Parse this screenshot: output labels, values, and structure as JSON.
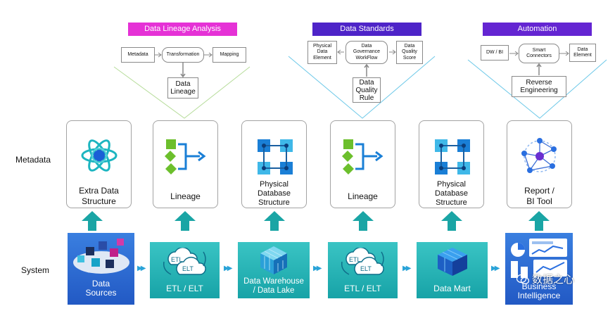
{
  "row_labels": {
    "metadata": "Metadata",
    "system": "System"
  },
  "banners": {
    "lineage": "Data Lineage Analysis",
    "standards": "Data Standards",
    "automation": "Automation"
  },
  "lineage_flow": {
    "metadata": "Metadata",
    "transformation": "Transformation",
    "mapping": "Mapping",
    "data_lineage_1": "Data",
    "data_lineage_2": "Lineage"
  },
  "standards_flow": {
    "physical_1": "Physical",
    "physical_2": "Data",
    "physical_3": "Element",
    "governance_1": "Data",
    "governance_2": "Governance",
    "governance_3": "WorkFlow",
    "score_1": "Data",
    "score_2": "Quality",
    "score_3": "Score",
    "rule_1": "Data",
    "rule_2": "Quality",
    "rule_3": "Rule"
  },
  "automation_flow": {
    "dwbi": "DW / BI",
    "smart_1": "Smart",
    "smart_2": "Connectors",
    "element_1": "Data",
    "element_2": "Element",
    "reverse_1": "Reverse",
    "reverse_2": "Engineering"
  },
  "metadata_cards": [
    {
      "line1": "Extra Data",
      "line2": "Structure",
      "line3": ""
    },
    {
      "line1": "Lineage",
      "line2": "",
      "line3": ""
    },
    {
      "line1": "Physical",
      "line2": "Database",
      "line3": "Structure"
    },
    {
      "line1": "Lineage",
      "line2": "",
      "line3": ""
    },
    {
      "line1": "Physical",
      "line2": "Database",
      "line3": "Structure"
    },
    {
      "line1": "Report /",
      "line2": "BI Tool",
      "line3": ""
    }
  ],
  "system_tiles": [
    {
      "line1": "Data",
      "line2": "Sources"
    },
    {
      "line1": "ETL / ELT",
      "line2": ""
    },
    {
      "line1": "Data Warehouse",
      "line2": "/ Data Lake"
    },
    {
      "line1": "ETL / ELT",
      "line2": ""
    },
    {
      "line1": "Data Mart",
      "line2": ""
    },
    {
      "line1": "Business",
      "line2": "Intelligence"
    }
  ],
  "cloud_labels": {
    "etl": "ETL",
    "elt": "ELT"
  },
  "watermark": "数据之心",
  "colors": {
    "teal": "#1aa5a5",
    "pink": "#e532d6",
    "purple": "#4e24c8",
    "blue": "#1a7fd6",
    "green": "#6cbf2c"
  }
}
